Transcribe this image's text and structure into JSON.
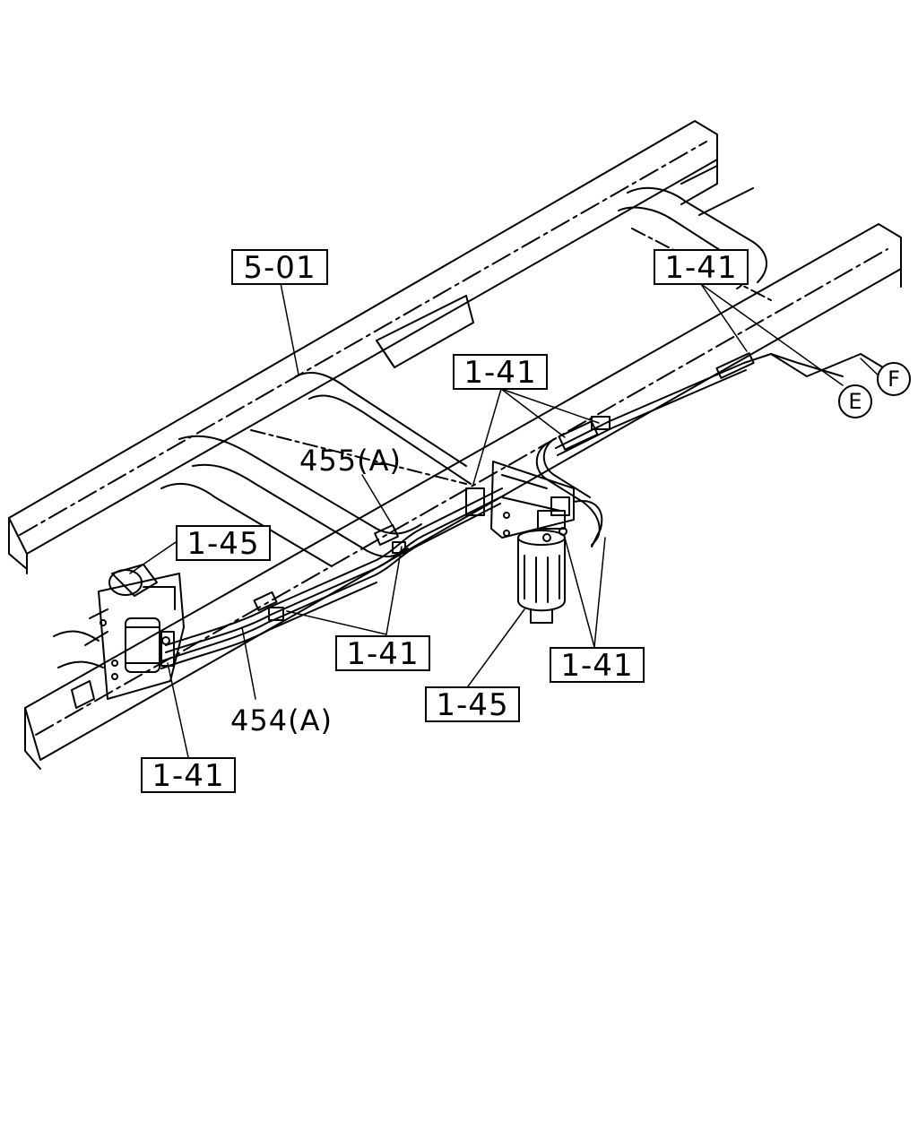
{
  "callouts": {
    "frame": "5-01",
    "clip_right": "1-41",
    "clip_mid": "1-41",
    "filter_left": "1-45",
    "clip_lower": "1-41",
    "clip_filter": "1-41",
    "filter_right": "1-45",
    "clip_bottom": "1-41"
  },
  "pipes": {
    "upper": "455(A)",
    "lower": "454(A)"
  },
  "connectors": {
    "e": "E",
    "f": "F"
  }
}
